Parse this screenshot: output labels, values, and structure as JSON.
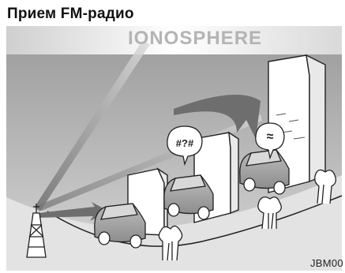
{
  "figure": {
    "title": "Прием FM-радио",
    "ionosphere_label": "IONOSPHERE",
    "figure_code": "JBM00",
    "signal_glyphs": {
      "garbled": "#?#",
      "lost": "≈"
    }
  },
  "colors": {
    "sky": "#8f8f8f",
    "ground": "#cfcfcf",
    "arrow": "#7a7a7a",
    "building": "#ffffff",
    "outline": "#222222"
  }
}
